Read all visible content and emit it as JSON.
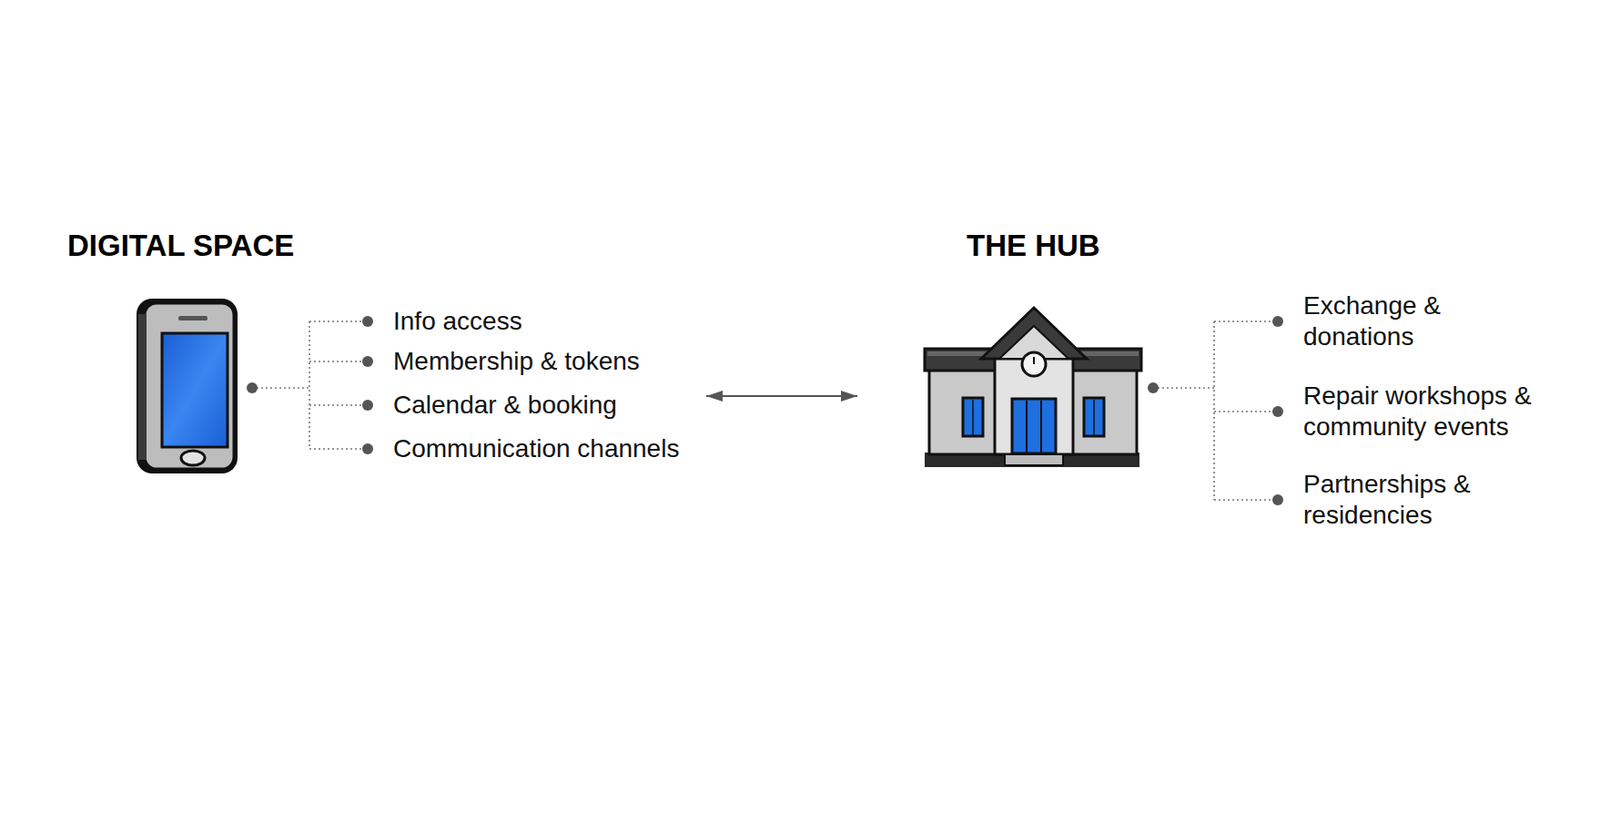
{
  "diagram": {
    "nodes": [
      {
        "text": [
          "DIGITAL SPACE"
        ]
      },
      {
        "text": [
          "THE HUB"
        ]
      }
    ],
    "edges": [
      {
        "from": 0,
        "to": 1,
        "arrow": "both"
      }
    ],
    "labels": [
      "Info access",
      "Membership & tokens",
      "Calendar & booking",
      "Communication channels",
      "Exchange & donations",
      "Repair workshops & community events",
      "Partnerships & residencies"
    ]
  }
}
